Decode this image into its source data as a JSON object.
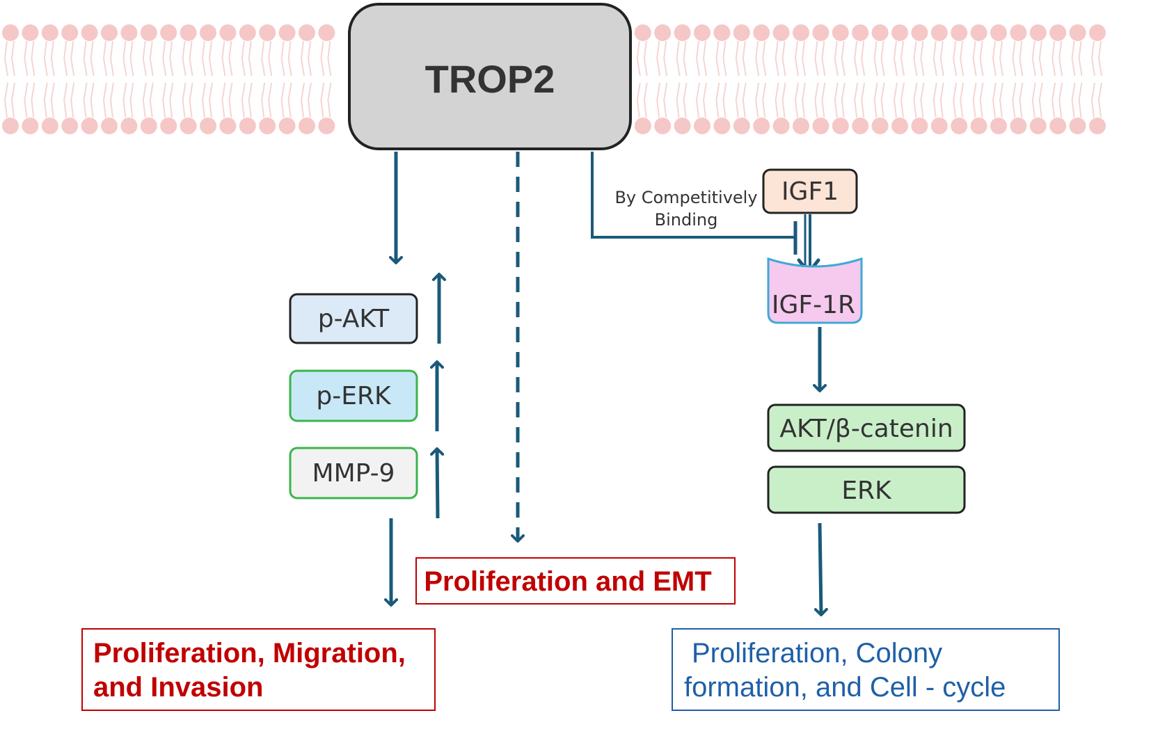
{
  "colors": {
    "arrow": "#1a5a7a",
    "membrane_head": "#f6c7c7",
    "membrane_tail": "#f6d4d4",
    "trop2_fill": "#d3d3d3",
    "pakt_fill": "#dce9f7",
    "perk_fill": "#c8e8f7",
    "perk_border": "#39b54a",
    "mmp9_fill": "#f2f2f2",
    "mmp9_border": "#39b54a",
    "igf1_fill": "#fce4d6",
    "igf1r_fill": "#f6c9ee",
    "igf1r_border": "#3fa9d6",
    "green_fill": "#c9efc9",
    "outcome_red": "#c00000",
    "outcome_blue": "#1f5fa8"
  },
  "nodes": {
    "trop2": "TROP2",
    "pakt": "p-AKT",
    "perk": "p-ERK",
    "mmp9": "MMP-9",
    "igf1": "IGF1",
    "igf1r": "IGF-1R",
    "akt_bcatenin": "AKT/β-catenin",
    "erk": "ERK"
  },
  "edges": {
    "competitive_binding_line1": "By Competitively",
    "competitive_binding_line2": "Binding"
  },
  "outcomes": {
    "left_line1": "Proliferation, Migration,",
    "left_line2": "and Invasion",
    "middle": "Proliferation and EMT",
    "right_line1": "Proliferation, Colony",
    "right_line2": "formation, and Cell - cycle"
  },
  "icons": {
    "membrane": "lipid-bilayer-icon",
    "receptor": "receptor-cup-icon"
  }
}
